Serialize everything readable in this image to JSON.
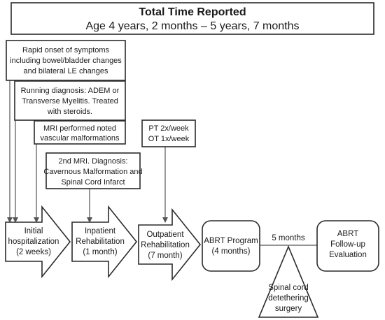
{
  "header": {
    "title": "Total Time Reported",
    "subtitle": "Age 4 years, 2 months – 5 years, 7 months"
  },
  "notes": {
    "symptoms": [
      "Rapid onset of symptoms",
      "including bowel/bladder changes",
      "and bilateral LE changes"
    ],
    "diagnosis": [
      "Running diagnosis: ADEM or",
      "Transverse Myelitis. Treated",
      "with steroids."
    ],
    "mri": [
      "MRI performed noted",
      "vascular malformations"
    ],
    "second_mri": [
      "2nd MRI. Diagnosis:",
      "Cavernous Malformation and",
      "Spinal Cord Infarct"
    ],
    "therapy": [
      "PT 2x/week",
      "OT 1x/week"
    ]
  },
  "stages": {
    "initial": [
      "Initial",
      "hospitalization",
      "(2 weeks)"
    ],
    "inpatient": [
      "Inpatient",
      "Rehabilitation",
      "(1 month)"
    ],
    "outpatient": [
      "Outpatient",
      "Rehabilitation",
      "(7 month)"
    ],
    "abrt_program": [
      "ABRT Program",
      "(4 months)"
    ],
    "interval": "5 months",
    "followup": [
      "ABRT",
      "Follow-up",
      "Evaluation"
    ],
    "surgery": [
      "Spinal cord",
      "detethering",
      "surgery"
    ]
  },
  "colors": {
    "stroke": "#2b2b2b",
    "connector": "#555555",
    "background": "#ffffff"
  }
}
